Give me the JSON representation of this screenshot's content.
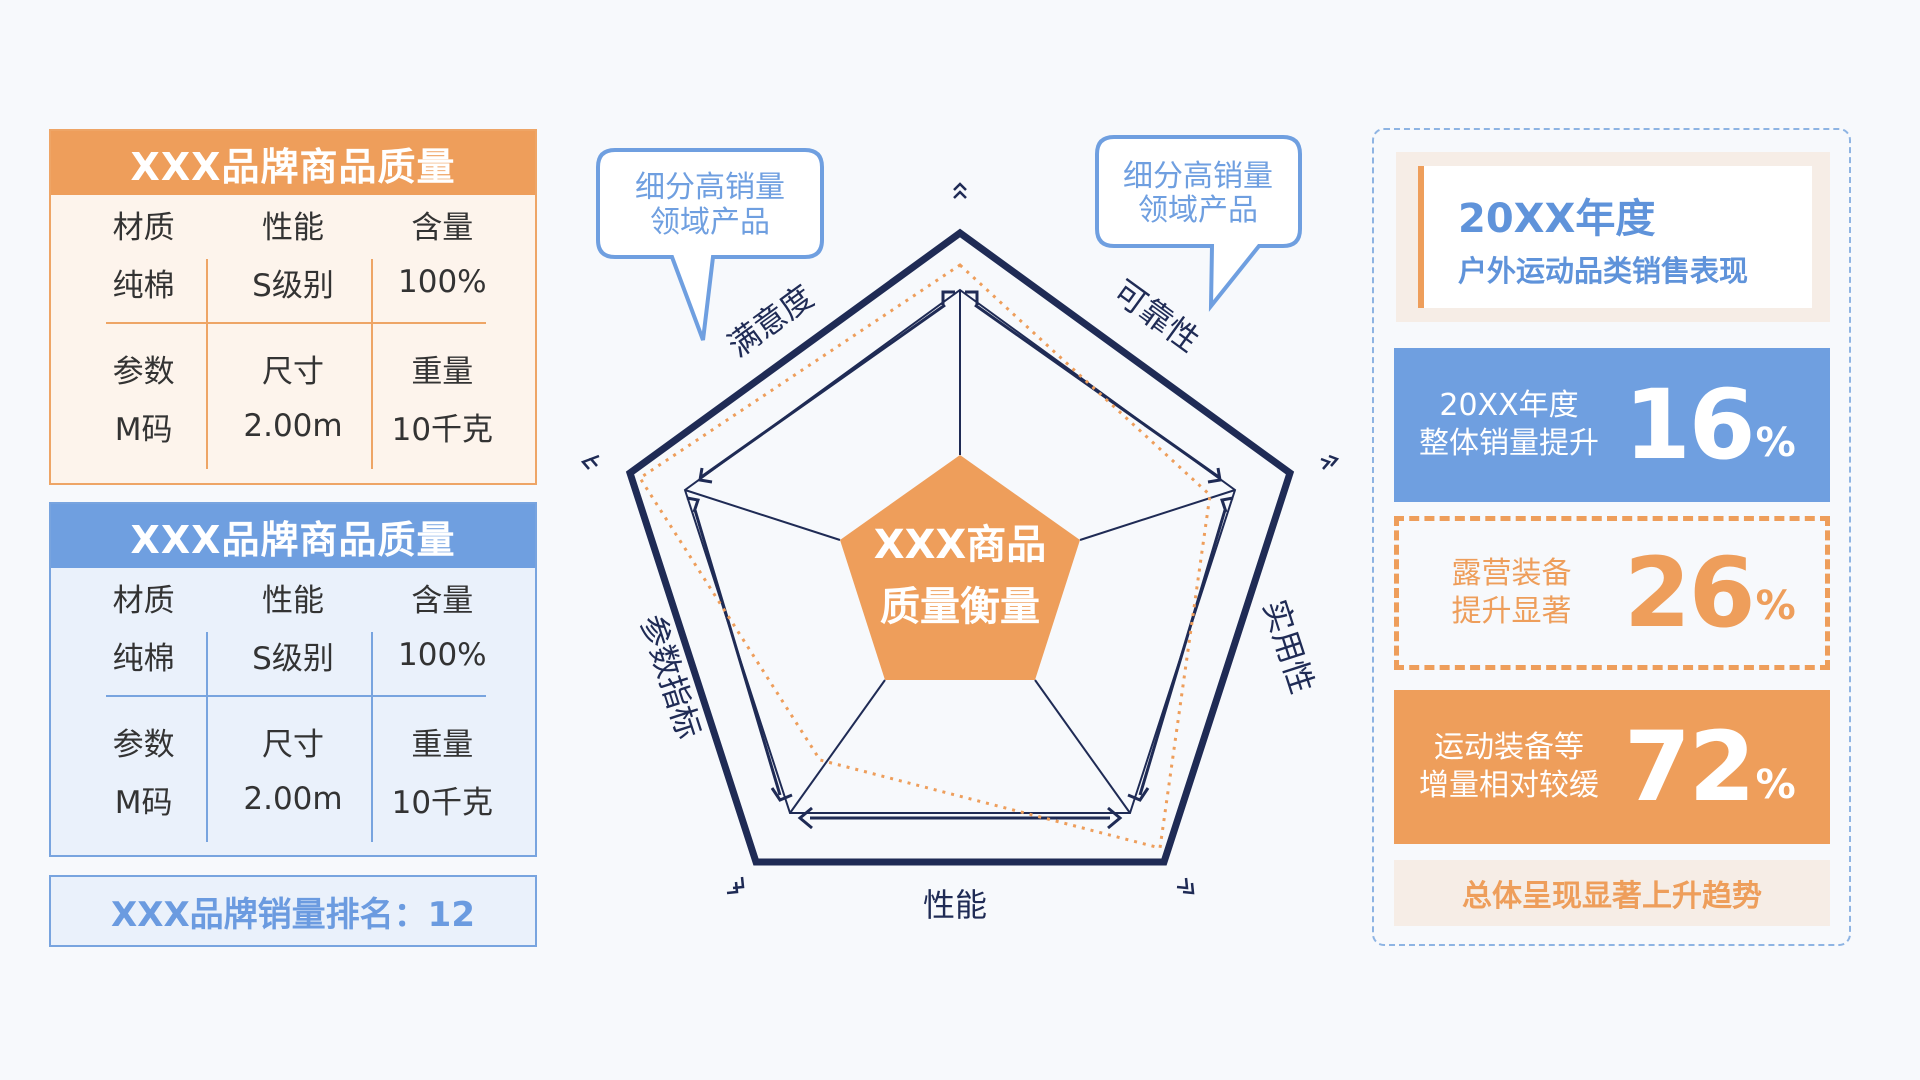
{
  "orange_card": {
    "title": "XXX品牌商品质量",
    "row1_headers": [
      "材质",
      "性能",
      "含量"
    ],
    "row1_values": [
      "纯棉",
      "S级别",
      "100%"
    ],
    "row2_headers": [
      "参数",
      "尺寸",
      "重量"
    ],
    "row2_values": [
      "M码",
      "2.00m",
      "10千克"
    ]
  },
  "blue_card": {
    "title": "XXX品牌商品质量",
    "row1_headers": [
      "材质",
      "性能",
      "含量"
    ],
    "row1_values": [
      "纯棉",
      "S级别",
      "100%"
    ],
    "row2_headers": [
      "参数",
      "尺寸",
      "重量"
    ],
    "row2_values": [
      "M码",
      "2.00m",
      "10千克"
    ]
  },
  "rank_text": "XXX品牌销量排名：12",
  "radar": {
    "center_line1": "XXX商品",
    "center_line2": "质量衡量",
    "axes": [
      "满意度",
      "可靠性",
      "实用性",
      "性能",
      "参数指标"
    ],
    "callout_left": [
      "细分高销量",
      "领域产品"
    ],
    "callout_right": [
      "细分高销量",
      "领域产品"
    ]
  },
  "right_panel": {
    "title_line1": "20XX年度",
    "title_line2": "户外运动品类销售表现",
    "stats": [
      {
        "label1": "20XX年度",
        "label2": "整体销量提升",
        "value": "16",
        "unit": "%"
      },
      {
        "label1": "露营装备",
        "label2": "提升显著",
        "value": "26",
        "unit": "%"
      },
      {
        "label1": "运动装备等",
        "label2": "增量相对较缓",
        "value": "72",
        "unit": "%"
      }
    ],
    "summary": "总体呈现显著上升趋势"
  },
  "colors": {
    "orange": "#ee9e5b",
    "blue": "#6f9fe0",
    "navy": "#1f2b55"
  }
}
